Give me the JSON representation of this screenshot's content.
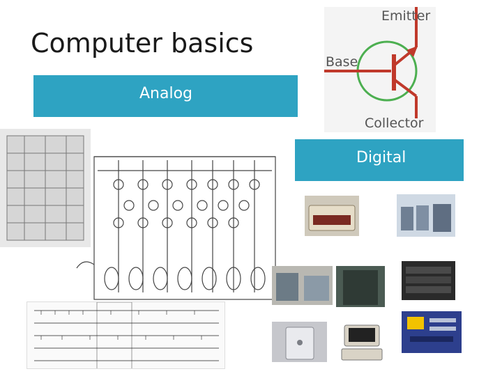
{
  "slide": {
    "title": "Computer basics",
    "analog_label": "Analog",
    "digital_label": "Digital"
  },
  "transistor": {
    "emitter": "Emitter",
    "base": "Base",
    "collector": "Collector"
  },
  "colors": {
    "banner": "#2ea3c2",
    "transistor_line": "#c0392b",
    "transistor_circle": "#4caf50"
  }
}
